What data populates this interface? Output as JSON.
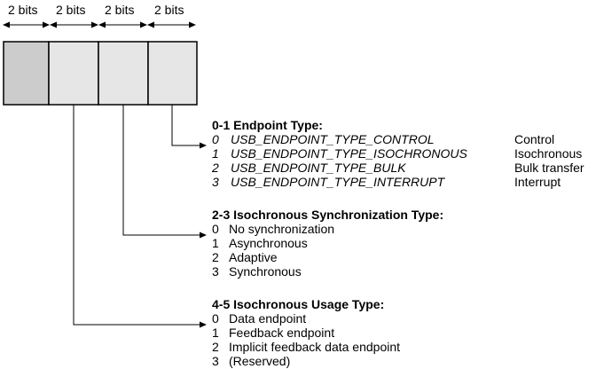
{
  "field_width_labels": [
    "2 bits",
    "2 bits",
    "2 bits",
    "2 bits"
  ],
  "colors": {
    "reserved_cell": "#cccccc",
    "field_cell": "#e6e6e6",
    "stroke": "#000000"
  },
  "groups": [
    {
      "heading": "0-1 Endpoint Type:",
      "rows": [
        {
          "num": "0",
          "name": "USB_ENDPOINT_TYPE_CONTROL",
          "desc": "Control"
        },
        {
          "num": "1",
          "name": "USB_ENDPOINT_TYPE_ISOCHRONOUS",
          "desc": "Isochronous"
        },
        {
          "num": "2",
          "name": "USB_ENDPOINT_TYPE_BULK",
          "desc": "Bulk transfer"
        },
        {
          "num": "3",
          "name": "USB_ENDPOINT_TYPE_INTERRUPT",
          "desc": "Interrupt"
        }
      ]
    },
    {
      "heading": "2-3 Isochronous Synchronization Type:",
      "rows": [
        {
          "num": "0",
          "desc": "No synchronization"
        },
        {
          "num": "1",
          "desc": "Asynchronous"
        },
        {
          "num": "2",
          "desc": "Adaptive"
        },
        {
          "num": "3",
          "desc": "Synchronous"
        }
      ]
    },
    {
      "heading": "4-5 Isochronous Usage Type:",
      "rows": [
        {
          "num": "0",
          "desc": "Data endpoint"
        },
        {
          "num": "1",
          "desc": "Feedback endpoint"
        },
        {
          "num": "2",
          "desc": "Implicit feedback data endpoint"
        },
        {
          "num": "3",
          "desc": "(Reserved)"
        }
      ]
    }
  ]
}
